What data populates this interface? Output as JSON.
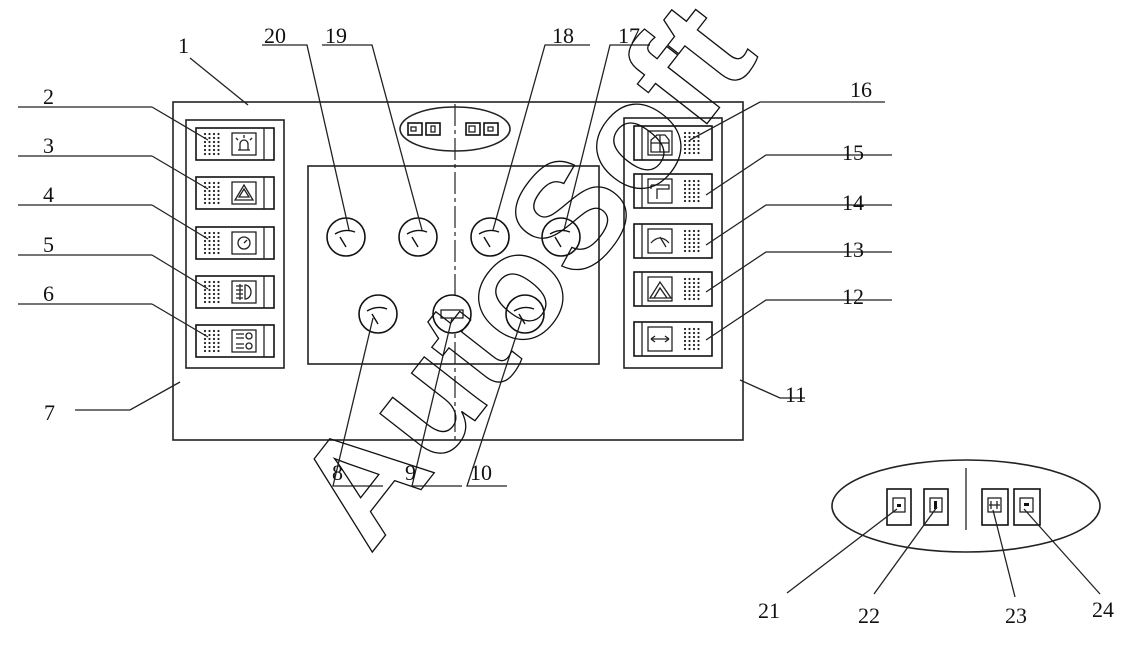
{
  "title_mark": "",
  "watermark": "AutoSoft",
  "labels": {
    "n1": "1",
    "n2": "2",
    "n3": "3",
    "n4": "4",
    "n5": "5",
    "n6": "6",
    "n7": "7",
    "n8": "8",
    "n9": "9",
    "n10": "10",
    "n11": "11",
    "n12": "12",
    "n13": "13",
    "n14": "14",
    "n15": "15",
    "n16": "16",
    "n17": "17",
    "n18": "18",
    "n19": "19",
    "n20": "20",
    "n21": "21",
    "n22": "22",
    "n23": "23",
    "n24": "24"
  },
  "icons": {
    "left_switches": [
      "warning-lamp-icon",
      "hazard-triangle-icon",
      "gauge-icon",
      "fog-light-icon",
      "headlight-icon"
    ],
    "right_switches": [
      "cabin-icon",
      "dump-icon",
      "wiper-icon",
      "windshield-icon",
      "direction-arrows-icon"
    ]
  }
}
